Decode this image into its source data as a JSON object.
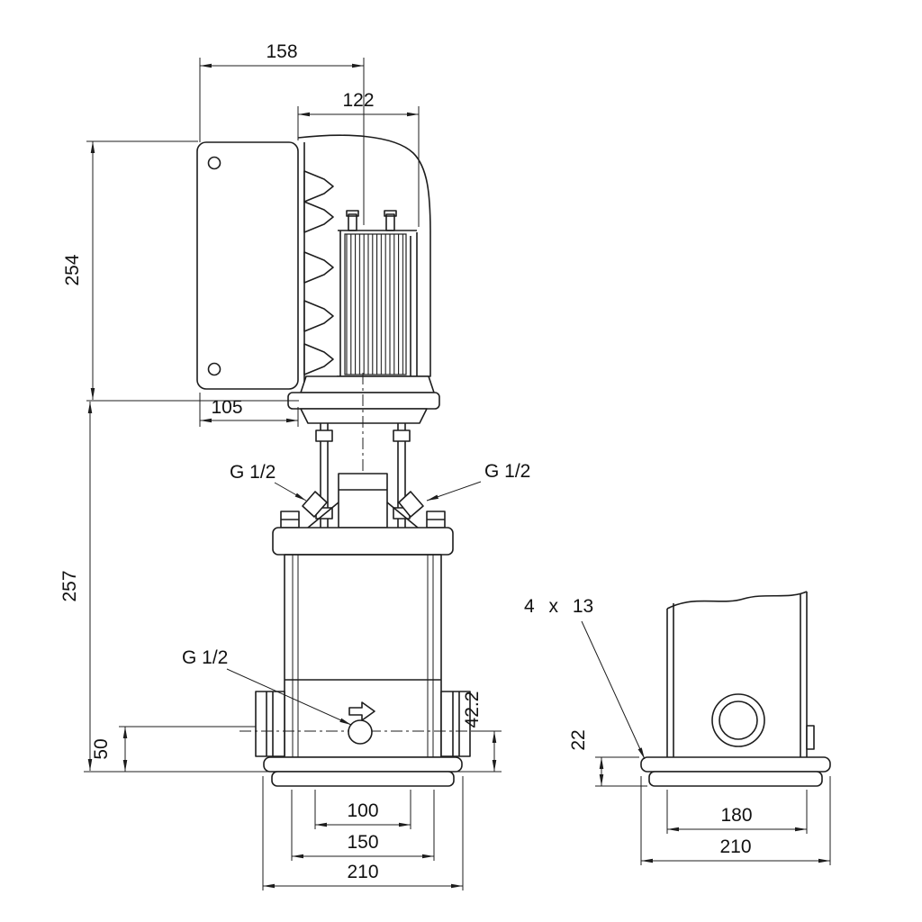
{
  "views": {
    "front": {
      "dim_width_total": "158",
      "dim_width_motor": "122",
      "dim_height_motor": "254",
      "dim_offset_head": "105",
      "dim_height_pump": "257",
      "port_top_left": "G 1/2",
      "port_top_right": "G 1/2",
      "port_side": "G 1/2",
      "dim_height_port_left": "50",
      "dim_height_port_right": "42.2",
      "dim_base_inner": "100",
      "dim_base_middle": "150",
      "dim_base_outer": "210"
    },
    "side": {
      "bolt_holes": "4 x 13",
      "dim_base_plate_height": "22",
      "dim_foot_spacing": "180",
      "dim_base_width": "210"
    }
  }
}
